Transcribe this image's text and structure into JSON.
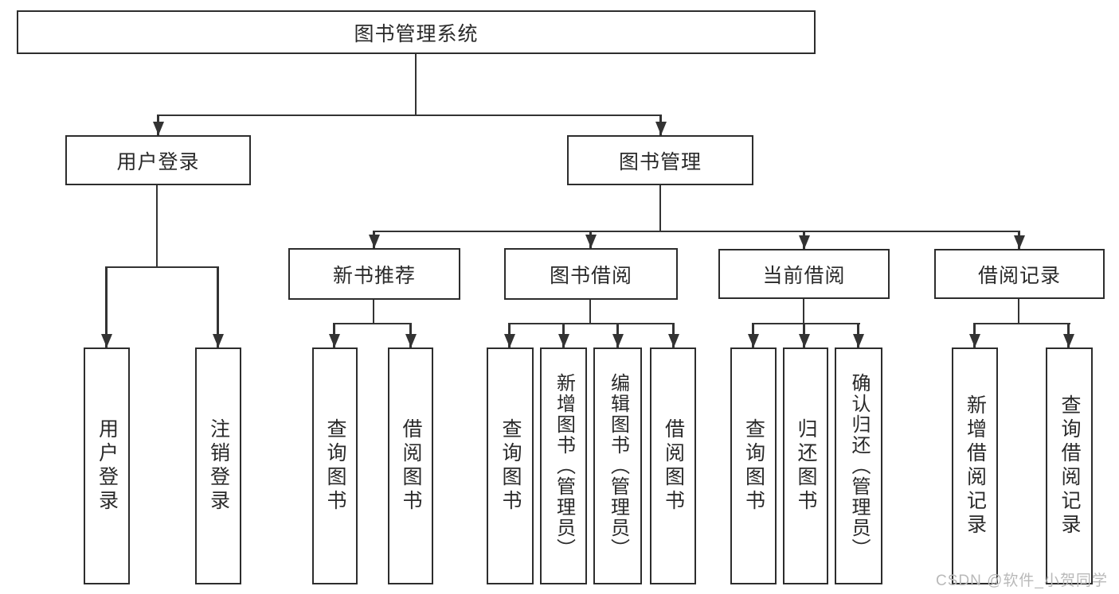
{
  "tree": {
    "root": {
      "label": "图书管理系统"
    },
    "branches": [
      {
        "label": "用户登录",
        "children": [
          {
            "label": "用户登录"
          },
          {
            "label": "注销登录"
          }
        ]
      },
      {
        "label": "图书管理",
        "children": [
          {
            "label": "新书推荐",
            "children": [
              {
                "label": "查询图书"
              },
              {
                "label": "借阅图书"
              }
            ]
          },
          {
            "label": "图书借阅",
            "children": [
              {
                "label": "查询图书"
              },
              {
                "label": "新增图书（管理员）"
              },
              {
                "label": "编辑图书（管理员）"
              },
              {
                "label": "借阅图书"
              }
            ]
          },
          {
            "label": "当前借阅",
            "children": [
              {
                "label": "查询图书"
              },
              {
                "label": "归还图书"
              },
              {
                "label": "确认归还（管理员）"
              }
            ]
          },
          {
            "label": "借阅记录",
            "children": [
              {
                "label": "新增借阅记录"
              },
              {
                "label": "查询借阅记录"
              }
            ]
          }
        ]
      }
    ]
  },
  "watermark": {
    "text": "CSDN @软件_小贺同学"
  },
  "colors": {
    "line": "#333333",
    "border": "#2d2d2d",
    "text": "#2a2a2a",
    "background": "#ffffff",
    "watermark": "#b9b9b9"
  }
}
